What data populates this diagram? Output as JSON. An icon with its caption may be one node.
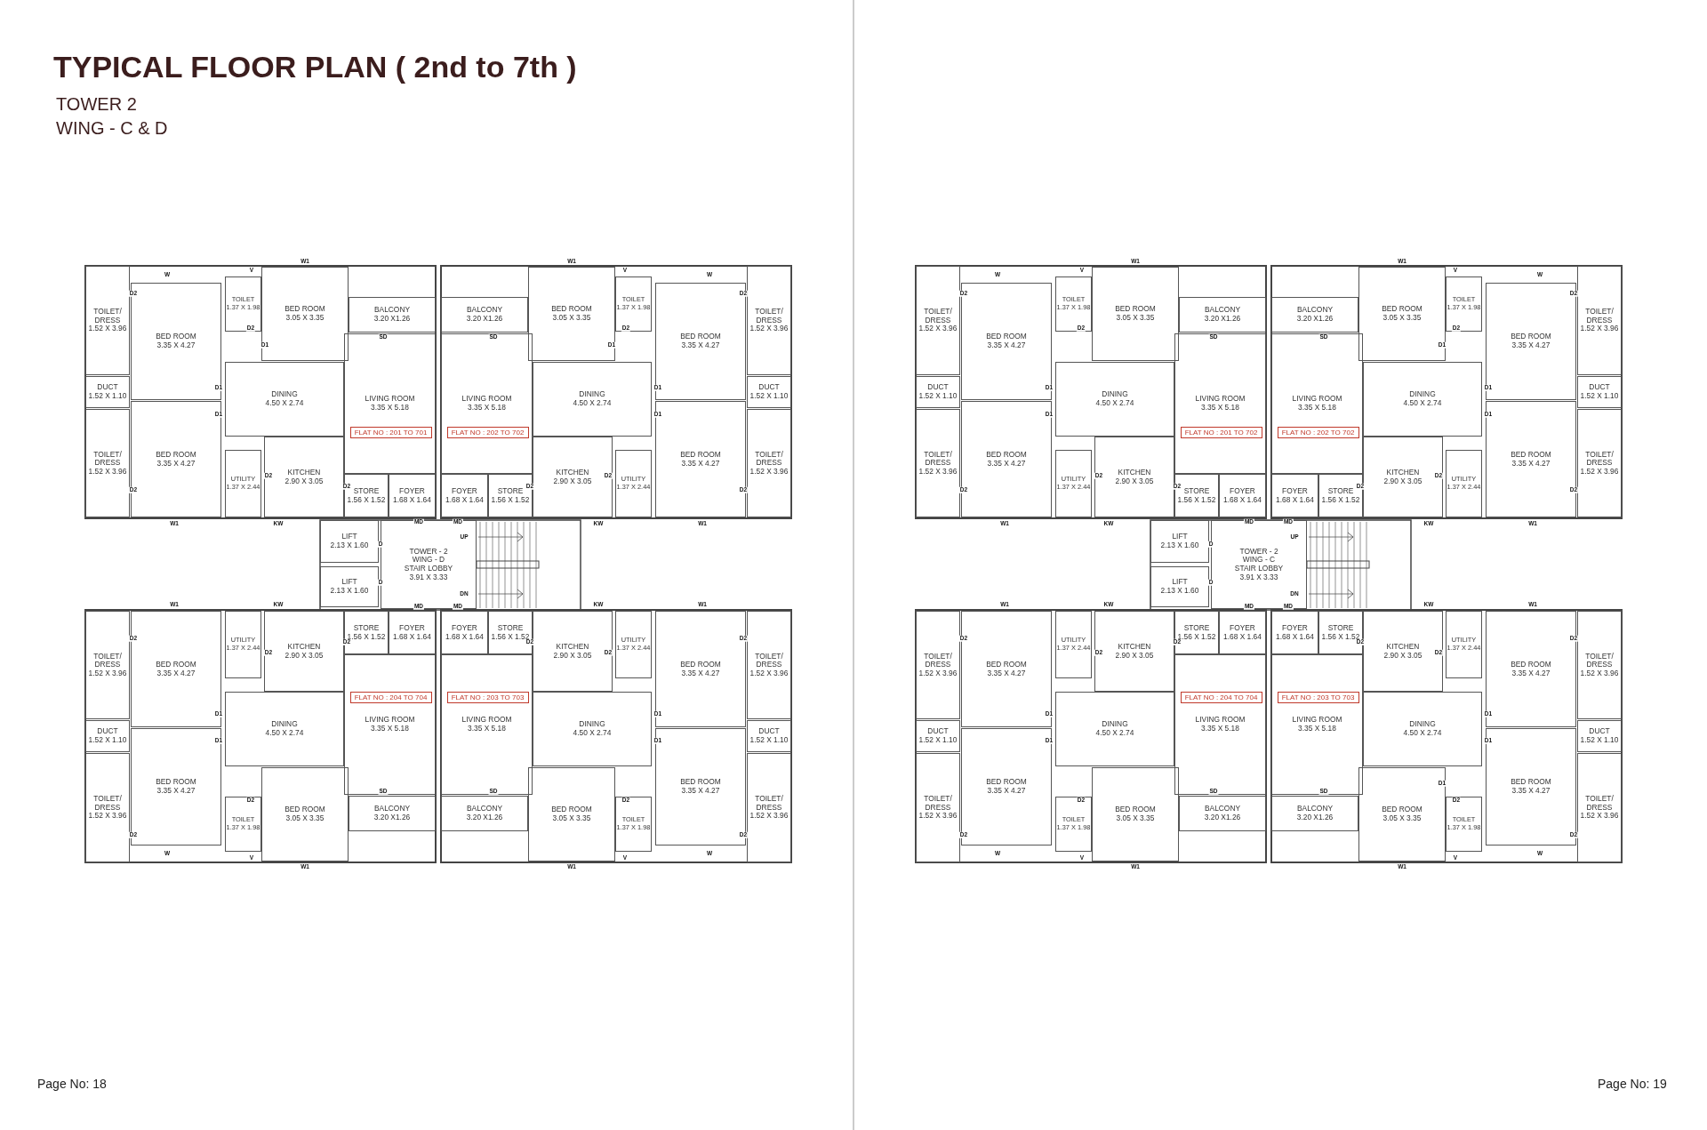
{
  "diagram": {
    "title": "TYPICAL FLOOR PLAN ( 2nd to 7th )",
    "nodes": [
      {
        "text": [
          "TOILET/ DRESS",
          "1.52 X 3.96"
        ]
      },
      {
        "text": [
          "DUCT",
          "1.52 X 1.10"
        ]
      },
      {
        "text": [
          "TOILET/ DRESS",
          "1.52 X 3.96"
        ]
      },
      {
        "text": [
          "BED ROOM",
          "3.35 X 4.27"
        ]
      },
      {
        "text": [
          "BED ROOM",
          "3.35 X 4.27"
        ]
      },
      {
        "text": [
          "TOILET",
          "1.37 X 1.98"
        ]
      },
      {
        "text": [
          "BED ROOM",
          "3.05 X 3.35"
        ]
      },
      {
        "text": [
          "BALCONY",
          "3.20 X1.26"
        ]
      },
      {
        "text": [
          "DINING",
          "4.50 X 2.74"
        ]
      },
      {
        "text": [
          "LIVING ROOM",
          "3.35 X 5.18"
        ]
      },
      {
        "text": [
          "FLAT NO : 201 TO 701"
        ],
        "in": 9
      },
      {
        "text": [
          "KITCHEN",
          "2.90 X 3.05"
        ]
      },
      {
        "text": [
          "UTILITY",
          "1.37 X 2.44"
        ]
      },
      {
        "text": [
          "STORE",
          "1.56 X 1.52"
        ]
      },
      {
        "text": [
          "FOYER",
          "1.68 X 1.64"
        ]
      },
      {
        "text": [
          "TOILET/ DRESS",
          "1.52 X 3.96"
        ]
      },
      {
        "text": [
          "DUCT",
          "1.52 X 1.10"
        ]
      },
      {
        "text": [
          "TOILET/ DRESS",
          "1.52 X 3.96"
        ]
      },
      {
        "text": [
          "BED ROOM",
          "3.35 X 4.27"
        ]
      },
      {
        "text": [
          "BED ROOM",
          "3.35 X 4.27"
        ]
      },
      {
        "text": [
          "TOILET",
          "1.37 X 1.98"
        ]
      },
      {
        "text": [
          "BED ROOM",
          "3.05 X 3.35"
        ]
      },
      {
        "text": [
          "BALCONY",
          "3.20 X1.26"
        ]
      },
      {
        "text": [
          "DINING",
          "4.50 X 2.74"
        ]
      },
      {
        "text": [
          "LIVING ROOM",
          "3.35 X 5.18"
        ]
      },
      {
        "text": [
          "FLAT NO : 202 TO 702"
        ],
        "in": 24
      },
      {
        "text": [
          "KITCHEN",
          "2.90 X 3.05"
        ]
      },
      {
        "text": [
          "UTILITY",
          "1.37 X 2.44"
        ]
      },
      {
        "text": [
          "STORE",
          "1.56 X 1.52"
        ]
      },
      {
        "text": [
          "FOYER",
          "1.68 X 1.64"
        ]
      },
      {
        "text": [
          "LIFT",
          "2.13 X 1.60"
        ]
      },
      {
        "text": [
          "LIFT",
          "2.13 X 1.60"
        ]
      },
      {
        "text": [
          "TOWER - 2",
          "WING - D",
          "STAIR LOBBY",
          "3.91 X 3.33"
        ]
      },
      {
        "text": [
          "TOILET/ DRESS",
          "1.52 X 3.96"
        ]
      },
      {
        "text": [
          "DUCT",
          "1.52 X 1.10"
        ]
      },
      {
        "text": [
          "TOILET/ DRESS",
          "1.52 X 3.96"
        ]
      },
      {
        "text": [
          "BED ROOM",
          "3.35 X 4.27"
        ]
      },
      {
        "text": [
          "BED ROOM",
          "3.35 X 4.27"
        ]
      },
      {
        "text": [
          "TOILET",
          "1.37 X 1.98"
        ]
      },
      {
        "text": [
          "BED ROOM",
          "3.05 X 3.35"
        ]
      },
      {
        "text": [
          "BALCONY",
          "3.20 X1.26"
        ]
      },
      {
        "text": [
          "DINING",
          "4.50 X 2.74"
        ]
      },
      {
        "text": [
          "LIVING ROOM",
          "3.35 X 5.18"
        ]
      },
      {
        "text": [
          "FLAT NO : 204 TO 704"
        ],
        "in": 42
      },
      {
        "text": [
          "KITCHEN",
          "2.90 X 3.05"
        ]
      },
      {
        "text": [
          "UTILITY",
          "1.37 X 2.44"
        ]
      },
      {
        "text": [
          "STORE",
          "1.56 X 1.52"
        ]
      },
      {
        "text": [
          "FOYER",
          "1.68 X 1.64"
        ]
      },
      {
        "text": [
          "TOILET/ DRESS",
          "1.52 X 3.96"
        ]
      },
      {
        "text": [
          "DUCT",
          "1.52 X 1.10"
        ]
      },
      {
        "text": [
          "TOILET/ DRESS",
          "1.52 X 3.96"
        ]
      },
      {
        "text": [
          "BED ROOM",
          "3.35 X 4.27"
        ]
      },
      {
        "text": [
          "BED ROOM",
          "3.35 X 4.27"
        ]
      },
      {
        "text": [
          "TOILET",
          "1.37 X 1.98"
        ]
      },
      {
        "text": [
          "BED ROOM",
          "3.05 X 3.35"
        ]
      },
      {
        "text": [
          "BALCONY",
          "3.20 X1.26"
        ]
      },
      {
        "text": [
          "DINING",
          "4.50 X 2.74"
        ]
      },
      {
        "text": [
          "LIVING ROOM",
          "3.35 X 5.18"
        ]
      },
      {
        "text": [
          "FLAT NO : 203 TO 703"
        ],
        "in": 57
      },
      {
        "text": [
          "KITCHEN",
          "2.90 X 3.05"
        ]
      },
      {
        "text": [
          "UTILITY",
          "1.37 X 2.44"
        ]
      },
      {
        "text": [
          "STORE",
          "1.56 X 1.52"
        ]
      },
      {
        "text": [
          "FOYER",
          "1.68 X 1.64"
        ]
      },
      {
        "text": [
          "TOILET/ DRESS",
          "1.52 X 3.96"
        ]
      },
      {
        "text": [
          "DUCT",
          "1.52 X 1.10"
        ]
      },
      {
        "text": [
          "TOILET/ DRESS",
          "1.52 X 3.96"
        ]
      },
      {
        "text": [
          "BED ROOM",
          "3.35 X 4.27"
        ]
      },
      {
        "text": [
          "BED ROOM",
          "3.35 X 4.27"
        ]
      },
      {
        "text": [
          "TOILET",
          "1.37 X 1.98"
        ]
      },
      {
        "text": [
          "BED ROOM",
          "3.05 X 3.35"
        ]
      },
      {
        "text": [
          "BALCONY",
          "3.20 X1.26"
        ]
      },
      {
        "text": [
          "DINING",
          "4.50 X 2.74"
        ]
      },
      {
        "text": [
          "LIVING ROOM",
          "3.35 X 5.18"
        ]
      },
      {
        "text": [
          "FLAT NO : 201 TO 702"
        ],
        "in": 72
      },
      {
        "text": [
          "KITCHEN",
          "2.90 X 3.05"
        ]
      },
      {
        "text": [
          "UTILITY",
          "1.37 X 2.44"
        ]
      },
      {
        "text": [
          "STORE",
          "1.56 X 1.52"
        ]
      },
      {
        "text": [
          "FOYER",
          "1.68 X 1.64"
        ]
      },
      {
        "text": [
          "TOILET/ DRESS",
          "1.52 X 3.96"
        ]
      },
      {
        "text": [
          "DUCT",
          "1.52 X 1.10"
        ]
      },
      {
        "text": [
          "TOILET/ DRESS",
          "1.52 X 3.96"
        ]
      },
      {
        "text": [
          "BED ROOM",
          "3.35 X 4.27"
        ]
      },
      {
        "text": [
          "BED ROOM",
          "3.35 X 4.27"
        ]
      },
      {
        "text": [
          "TOILET",
          "1.37 X 1.98"
        ]
      },
      {
        "text": [
          "BED ROOM",
          "3.05 X 3.35"
        ]
      },
      {
        "text": [
          "BALCONY",
          "3.20 X1.26"
        ]
      },
      {
        "text": [
          "DINING",
          "4.50 X 2.74"
        ]
      },
      {
        "text": [
          "LIVING ROOM",
          "3.35 X 5.18"
        ]
      },
      {
        "text": [
          "FLAT NO : 202 TO 702"
        ],
        "in": 87
      },
      {
        "text": [
          "KITCHEN",
          "2.90 X 3.05"
        ]
      },
      {
        "text": [
          "UTILITY",
          "1.37 X 2.44"
        ]
      },
      {
        "text": [
          "STORE",
          "1.56 X 1.52"
        ]
      },
      {
        "text": [
          "FOYER",
          "1.68 X 1.64"
        ]
      },
      {
        "text": [
          "LIFT",
          "2.13 X 1.60"
        ]
      },
      {
        "text": [
          "LIFT",
          "2.13 X 1.60"
        ]
      },
      {
        "text": [
          "TOWER - 2",
          "WING - C",
          "STAIR LOBBY",
          "3.91 X 3.33"
        ]
      },
      {
        "text": [
          "TOILET/ DRESS",
          "1.52 X 3.96"
        ]
      },
      {
        "text": [
          "DUCT",
          "1.52 X 1.10"
        ]
      },
      {
        "text": [
          "TOILET/ DRESS",
          "1.52 X 3.96"
        ]
      },
      {
        "text": [
          "BED ROOM",
          "3.35 X 4.27"
        ]
      },
      {
        "text": [
          "BED ROOM",
          "3.35 X 4.27"
        ]
      },
      {
        "text": [
          "TOILET",
          "1.37 X 1.98"
        ]
      },
      {
        "text": [
          "BED ROOM",
          "3.05 X 3.35"
        ]
      },
      {
        "text": [
          "BALCONY",
          "3.20 X1.26"
        ]
      },
      {
        "text": [
          "DINING",
          "4.50 X 2.74"
        ]
      },
      {
        "text": [
          "LIVING ROOM",
          "3.35 X 5.18"
        ]
      },
      {
        "text": [
          "FLAT NO : 204 TO 704"
        ],
        "in": 105
      },
      {
        "text": [
          "KITCHEN",
          "2.90 X 3.05"
        ]
      },
      {
        "text": [
          "UTILITY",
          "1.37 X 2.44"
        ]
      },
      {
        "text": [
          "STORE",
          "1.56 X 1.52"
        ]
      },
      {
        "text": [
          "FOYER",
          "1.68 X 1.64"
        ]
      },
      {
        "text": [
          "TOILET/ DRESS",
          "1.52 X 3.96"
        ]
      },
      {
        "text": [
          "DUCT",
          "1.52 X 1.10"
        ]
      },
      {
        "text": [
          "TOILET/ DRESS",
          "1.52 X 3.96"
        ]
      },
      {
        "text": [
          "BED ROOM",
          "3.35 X 4.27"
        ]
      },
      {
        "text": [
          "BED ROOM",
          "3.35 X 4.27"
        ]
      },
      {
        "text": [
          "TOILET",
          "1.37 X 1.98"
        ]
      },
      {
        "text": [
          "BED ROOM",
          "3.05 X 3.35"
        ]
      },
      {
        "text": [
          "BALCONY",
          "3.20 X1.26"
        ]
      },
      {
        "text": [
          "DINING",
          "4.50 X 2.74"
        ]
      },
      {
        "text": [
          "LIVING ROOM",
          "3.35 X 5.18"
        ]
      },
      {
        "text": [
          "FLAT NO : 203 TO 703"
        ],
        "in": 120
      },
      {
        "text": [
          "KITCHEN",
          "2.90 X 3.05"
        ]
      },
      {
        "text": [
          "UTILITY",
          "1.37 X 2.44"
        ]
      },
      {
        "text": [
          "STORE",
          "1.56 X 1.52"
        ]
      },
      {
        "text": [
          "FOYER",
          "1.68 X 1.64"
        ]
      }
    ],
    "labels": [
      "TOWER 2",
      "WING - C & D",
      "W",
      "V",
      "W1",
      "D2",
      "D2",
      "D1",
      "SD",
      "D1",
      "D1",
      "D2",
      "D2",
      "D2",
      "W1",
      "KW",
      "MD",
      "W",
      "V",
      "W1",
      "D2",
      "D2",
      "D1",
      "SD",
      "D1",
      "D1",
      "D2",
      "D2",
      "D2",
      "W1",
      "KW",
      "MD",
      "D",
      "D",
      "UP",
      "DN",
      "W",
      "V",
      "W1",
      "D2",
      "D2",
      "SD",
      "D1",
      "D1",
      "D2",
      "D2",
      "D2",
      "W1",
      "KW",
      "MD",
      "W",
      "V",
      "W1",
      "D2",
      "D2",
      "SD",
      "D1",
      "D1",
      "D2",
      "D2",
      "D2",
      "W1",
      "KW",
      "MD",
      "W",
      "V",
      "W1",
      "D2",
      "D2",
      "SD",
      "D1",
      "D1",
      "D2",
      "D2",
      "D2",
      "W1",
      "KW",
      "MD",
      "W",
      "V",
      "W1",
      "D2",
      "D2",
      "D1",
      "SD",
      "D1",
      "D1",
      "D2",
      "D2",
      "D2",
      "W1",
      "KW",
      "MD",
      "D",
      "D",
      "UP",
      "DN",
      "W",
      "V",
      "W1",
      "D2",
      "D2",
      "SD",
      "D1",
      "D1",
      "D2",
      "D2",
      "D2",
      "W1",
      "KW",
      "MD",
      "W",
      "V",
      "W1",
      "D2",
      "D2",
      "D1",
      "SD",
      "D1",
      "D1",
      "D2",
      "D2",
      "D2",
      "W1",
      "KW",
      "MD",
      "Page No: 18",
      "Page No: 19"
    ]
  }
}
